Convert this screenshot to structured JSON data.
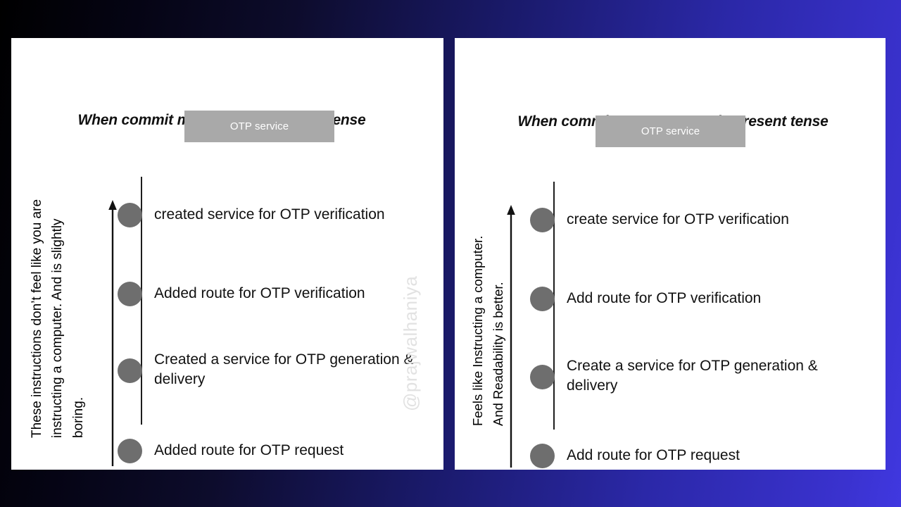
{
  "background": {
    "gradient_from": "#000000",
    "gradient_to": "#4038e0"
  },
  "theme": {
    "panel_bg": "#ffffff",
    "dot_color": "#6e6e6e",
    "service_box_bg": "#a9a9a9",
    "text_color": "#111111",
    "watermark_color": "#e2e2e2"
  },
  "watermark": "@prajwalhaniya",
  "panels": [
    {
      "id": "past-tense",
      "title": "When commit messages are in past tense",
      "service_box_label": "OTP service",
      "side_note": "These instructions don’t feel like you are\ninstructing a computer. And is slightly\nboring.",
      "arrow_direction": "up",
      "commits": [
        "created service for OTP verification",
        "Added route for OTP verification",
        "Created a service for OTP generation & delivery",
        "Added route for OTP request"
      ]
    },
    {
      "id": "present-tense",
      "title": "When commit messages are in present tense",
      "service_box_label": "OTP service",
      "side_note": "Feels like Instructing a computer.\nAnd Readability is better.",
      "arrow_direction": "up",
      "commits": [
        "create service for OTP verification",
        "Add route for OTP verification",
        "Create a service for OTP generation & delivery",
        "Add route for OTP request"
      ]
    }
  ]
}
